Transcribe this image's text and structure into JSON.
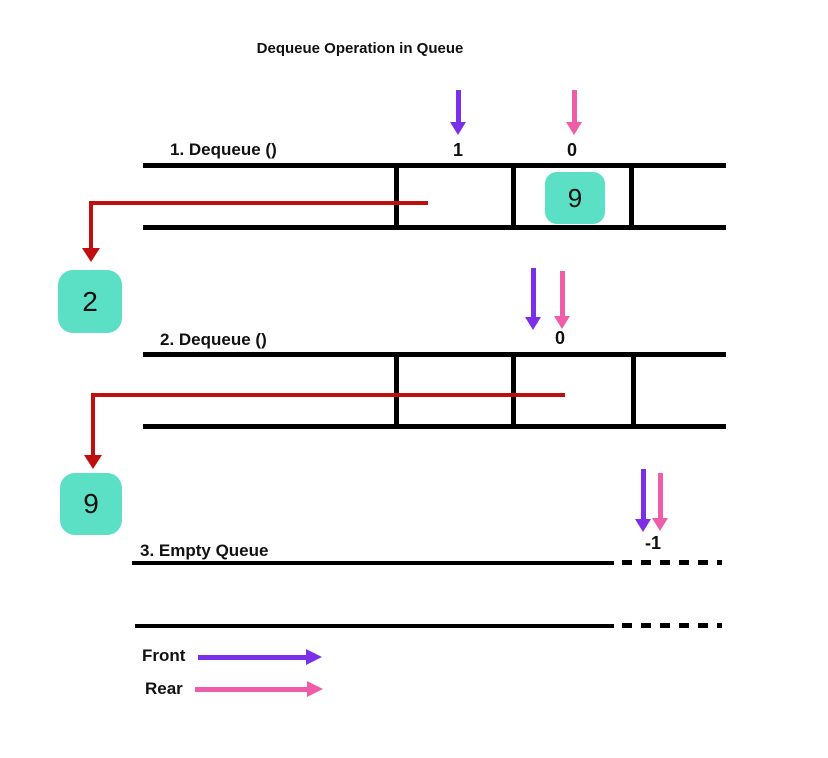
{
  "title": "Dequeue Operation in Queue",
  "steps": {
    "step1": {
      "label": "1. Dequeue ()",
      "front_index": "1",
      "rear_index": "0",
      "cell_value": "9",
      "dequeued_value": "2"
    },
    "step2": {
      "label": "2. Dequeue ()",
      "front_rear_index": "0",
      "dequeued_value": "9"
    },
    "step3": {
      "label": "3. Empty Queue",
      "front_rear_index": "-1"
    }
  },
  "legend": {
    "front_label": "Front",
    "rear_label": "Rear"
  },
  "colors": {
    "front_arrow": "#7b2fe8",
    "rear_arrow": "#ef5da8",
    "dequeue_arrow": "#c00d0d",
    "value_chip": "#5ce0c5",
    "line": "#000000"
  },
  "icons": {
    "front_pointer": "arrow-down-icon",
    "rear_pointer": "arrow-down-icon",
    "dequeue": "elbow-arrow-down-icon",
    "front_legend": "arrow-right-icon",
    "rear_legend": "arrow-right-icon"
  }
}
